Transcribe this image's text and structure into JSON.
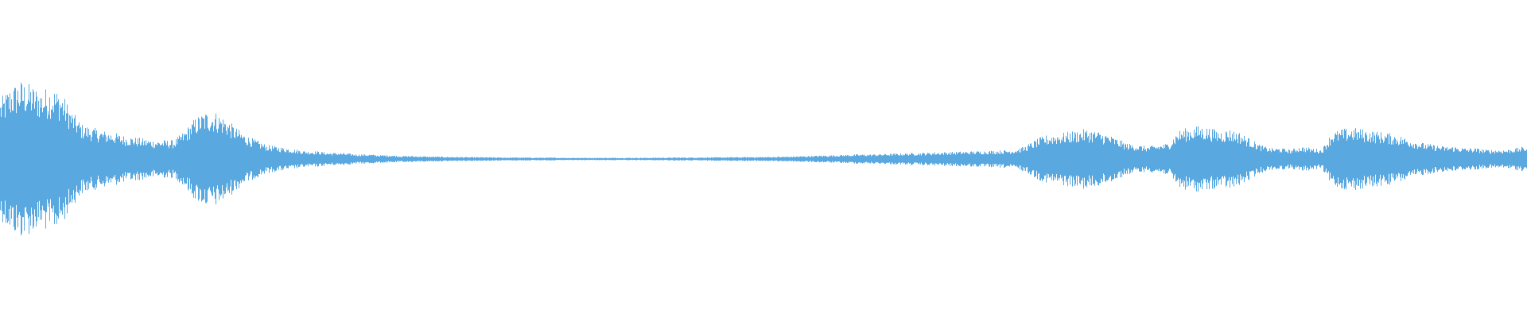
{
  "waveform": {
    "color": "#5aa8e0",
    "background": "#ffffff",
    "amplitude_profile": [
      0.38,
      0.46,
      0.5,
      0.47,
      0.44,
      0.46,
      0.42,
      0.3,
      0.22,
      0.2,
      0.18,
      0.17,
      0.15,
      0.14,
      0.13,
      0.12,
      0.12,
      0.12,
      0.18,
      0.26,
      0.3,
      0.3,
      0.26,
      0.2,
      0.15,
      0.12,
      0.09,
      0.08,
      0.07,
      0.06,
      0.05,
      0.05,
      0.04,
      0.04,
      0.035,
      0.03,
      0.03,
      0.025,
      0.025,
      0.02,
      0.02,
      0.018,
      0.016,
      0.015,
      0.014,
      0.013,
      0.012,
      0.012,
      0.011,
      0.01,
      0.01,
      0.01,
      0.009,
      0.009,
      0.009,
      0.008,
      0.008,
      0.008,
      0.008,
      0.008,
      0.008,
      0.008,
      0.008,
      0.008,
      0.009,
      0.009,
      0.01,
      0.01,
      0.01,
      0.011,
      0.011,
      0.012,
      0.012,
      0.013,
      0.013,
      0.014,
      0.015,
      0.016,
      0.018,
      0.02,
      0.022,
      0.024,
      0.026,
      0.028,
      0.03,
      0.03,
      0.032,
      0.034,
      0.036,
      0.038,
      0.04,
      0.042,
      0.044,
      0.046,
      0.048,
      0.05,
      0.052,
      0.054,
      0.056,
      0.06,
      0.08,
      0.12,
      0.15,
      0.16,
      0.17,
      0.18,
      0.19,
      0.18,
      0.16,
      0.13,
      0.1,
      0.09,
      0.08,
      0.09,
      0.1,
      0.18,
      0.2,
      0.21,
      0.2,
      0.18,
      0.19,
      0.17,
      0.13,
      0.09,
      0.07,
      0.07,
      0.06,
      0.08,
      0.07,
      0.06,
      0.17,
      0.19,
      0.2,
      0.19,
      0.18,
      0.17,
      0.16,
      0.14,
      0.12,
      0.1,
      0.09,
      0.08,
      0.08,
      0.07,
      0.07,
      0.06,
      0.06,
      0.06,
      0.07,
      0.08
    ]
  }
}
